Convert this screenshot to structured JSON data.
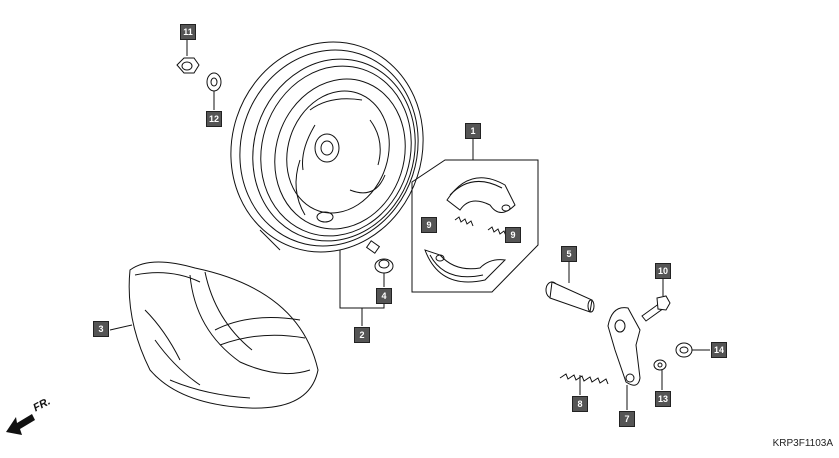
{
  "diagram": {
    "callouts": [
      {
        "id": "c11",
        "label": "11"
      },
      {
        "id": "c12",
        "label": "12"
      },
      {
        "id": "c1",
        "label": "1"
      },
      {
        "id": "c9a",
        "label": "9"
      },
      {
        "id": "c9b",
        "label": "9"
      },
      {
        "id": "c5",
        "label": "5"
      },
      {
        "id": "c10",
        "label": "10"
      },
      {
        "id": "c4",
        "label": "4"
      },
      {
        "id": "c2",
        "label": "2"
      },
      {
        "id": "c3",
        "label": "3"
      },
      {
        "id": "c14",
        "label": "14"
      },
      {
        "id": "c8",
        "label": "8"
      },
      {
        "id": "c7",
        "label": "7"
      },
      {
        "id": "c13",
        "label": "13"
      }
    ],
    "direction_label": "FR.",
    "figure_code": "KRP3F1103A"
  }
}
